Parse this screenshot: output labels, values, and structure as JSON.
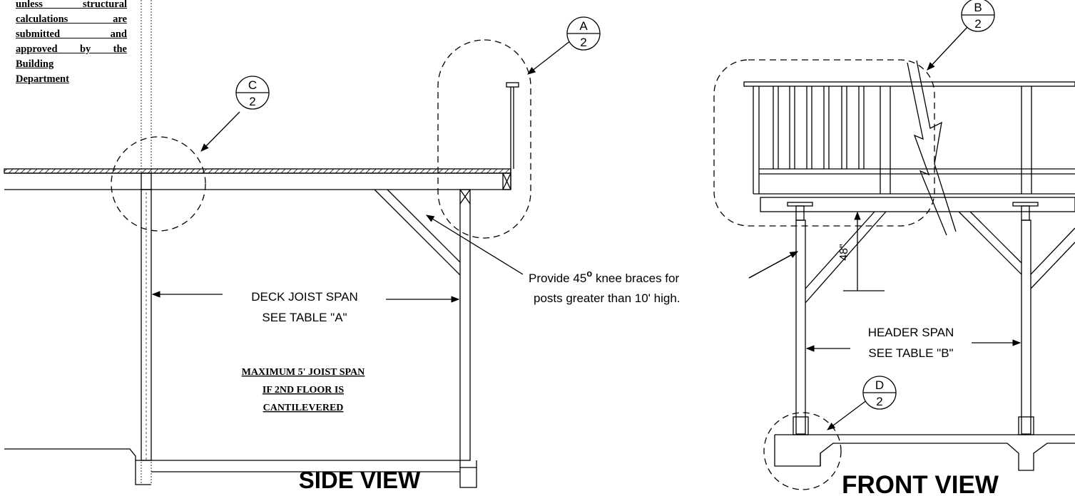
{
  "note": {
    "lines": [
      "unless structural",
      "calculations are",
      "submitted and",
      "approved by the",
      "Building",
      "Department"
    ]
  },
  "callouts": {
    "a": {
      "letter": "A",
      "sheet": "2"
    },
    "b": {
      "letter": "B",
      "sheet": "2"
    },
    "c": {
      "letter": "C",
      "sheet": "2"
    },
    "d": {
      "letter": "D",
      "sheet": "2"
    }
  },
  "side_view": {
    "title": "SIDE VIEW",
    "joist_span_line1": "DECK JOIST SPAN",
    "joist_span_line2": "SEE TABLE \"A\"",
    "max_span_line1": "MAXIMUM 5' JOIST SPAN",
    "max_span_line2": "IF 2ND FLOOR IS",
    "max_span_line3": "CANTILEVERED"
  },
  "knee_brace_note": {
    "line1_pre": "Provide 45",
    "degree_symbol": "o",
    "line1_post": " knee braces for",
    "line2": "posts greater than 10' high."
  },
  "front_view": {
    "title": "FRONT VIEW",
    "header_span_line1": "HEADER SPAN",
    "header_span_line2": "SEE TABLE \"B\"",
    "dimension": "48\""
  }
}
